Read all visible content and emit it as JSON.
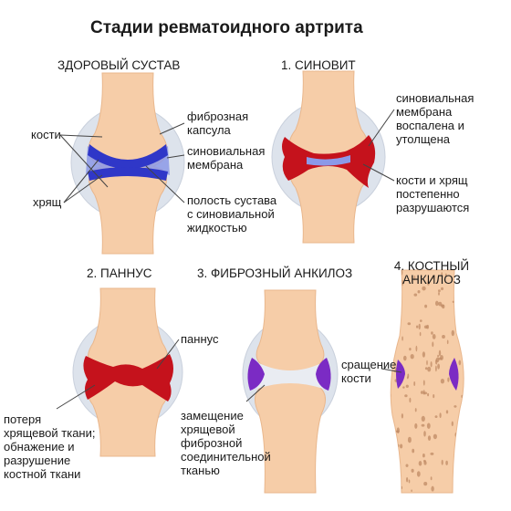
{
  "title": "Стадии ревматоидного артрита",
  "colors": {
    "bone": "#f6cda8",
    "bone_edge": "#e9b78d",
    "spots": "#bf8a64",
    "capsule": "#dde3ec",
    "cartilage": "#2f37c8",
    "synovium": "#8c99e8",
    "inflamed": "#c5121c",
    "fibrous": "#7b2bc4",
    "line": "#444444"
  },
  "stages": {
    "healthy": {
      "heading": "ЗДОРОВЫЙ СУСТАВ",
      "labels": {
        "bones": "кости",
        "cartilage": "хрящ",
        "capsule": [
          "фиброзная",
          "капсула"
        ],
        "membrane": [
          "синовиальная",
          "мембрана"
        ],
        "cavity": [
          "полость сустава",
          "с синовиальной",
          "жидкостью"
        ]
      }
    },
    "synovitis": {
      "heading": "1. СИНОВИТ",
      "labels": {
        "inflamed": [
          "синовиальная",
          "мембрана",
          "воспалена и",
          "утолщена"
        ],
        "destroyed": [
          "кости и хрящ",
          "постепенно",
          "разрушаются"
        ]
      }
    },
    "pannus": {
      "heading": "2. ПАННУС",
      "labels": {
        "pannus": "паннус",
        "loss": [
          "потеря",
          "хрящевой ткани;",
          "обнажение и",
          "разрушение",
          "костной ткани"
        ]
      }
    },
    "fibrous": {
      "heading": "3. ФИБРОЗНЫЙ АНКИЛОЗ",
      "labels": {
        "replacement": [
          "замещение",
          "хрящевой",
          "фиброзной",
          "соединительной",
          "тканью"
        ]
      }
    },
    "bony": {
      "heading": [
        "4. КОСТНЫЙ",
        "АНКИЛОЗ"
      ],
      "labels": {
        "fusion": [
          "сращение",
          "кости"
        ]
      }
    }
  }
}
